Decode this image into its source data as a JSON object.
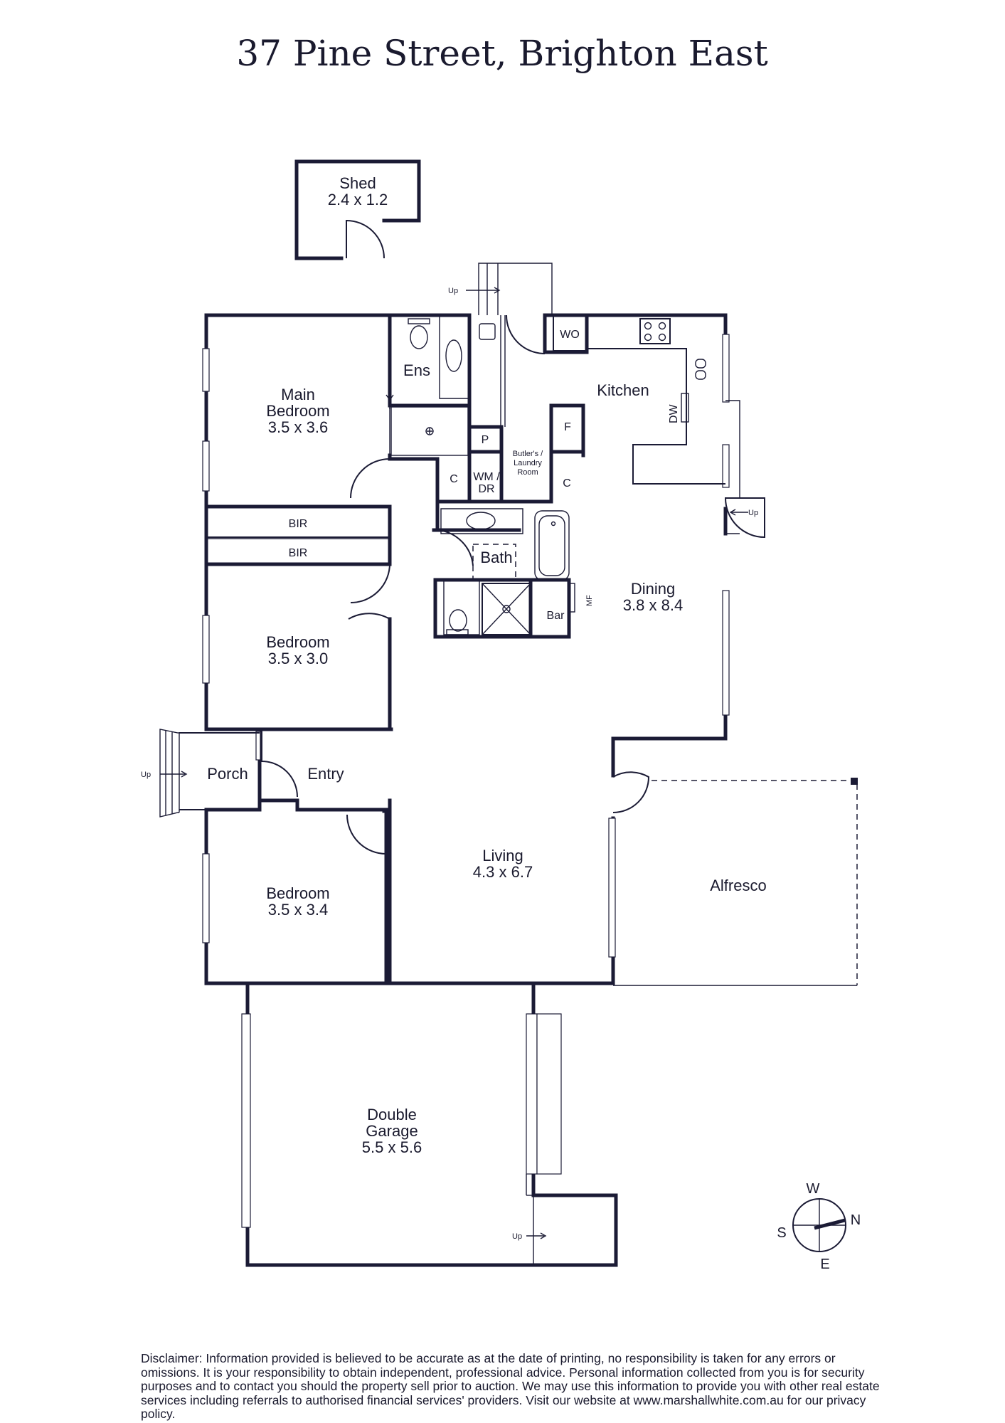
{
  "title": "37 Pine Street, Brighton East",
  "rooms": {
    "shed": {
      "name": "Shed",
      "size": "2.4 x 1.2"
    },
    "main_bedroom": {
      "name_line1": "Main",
      "name_line2": "Bedroom",
      "size": "3.5 x 3.6"
    },
    "ensuite": {
      "name": "Ens"
    },
    "kitchen": {
      "name": "Kitchen"
    },
    "butlers": {
      "line1": "Butler's /",
      "line2": "Laundry",
      "line3": "Room"
    },
    "dining": {
      "name": "Dining",
      "size": "3.8 x 8.4"
    },
    "bedroom2": {
      "name": "Bedroom",
      "size": "3.5 x 3.0"
    },
    "bedroom3": {
      "name": "Bedroom",
      "size": "3.5 x 3.4"
    },
    "bath": {
      "name": "Bath"
    },
    "bar": {
      "name": "Bar"
    },
    "porch": {
      "name": "Porch"
    },
    "entry": {
      "name": "Entry"
    },
    "living": {
      "name": "Living",
      "size": "4.3 x 6.7"
    },
    "alfresco": {
      "name": "Alfresco"
    },
    "garage": {
      "name_line1": "Double",
      "name_line2": "Garage",
      "size": "5.5 x 5.6"
    }
  },
  "fixtures": {
    "wo": "WO",
    "dw": "DW",
    "f": "F",
    "p": "P",
    "c": "C",
    "wm_line1": "WM /",
    "wm_line2": "DR",
    "bir": "BIR",
    "mf": "MF",
    "up": "Up"
  },
  "compass": {
    "w": "W",
    "n": "N",
    "s": "S",
    "e": "E"
  },
  "disclaimer": "Disclaimer: Information provided is believed to be accurate as at the date of printing, no responsibility is taken for any errors or omissions. It is your responsibility to obtain independent, professional advice. Personal information collected from you is for security purposes and to contact you should the property sell prior to auction. We may use this information to provide you with other real estate services including referrals to authorised financial services' providers. Visit our website at www.marshallwhite.com.au for our privacy policy.",
  "colors": {
    "line": "#1b1b35",
    "background": "#ffffff"
  }
}
